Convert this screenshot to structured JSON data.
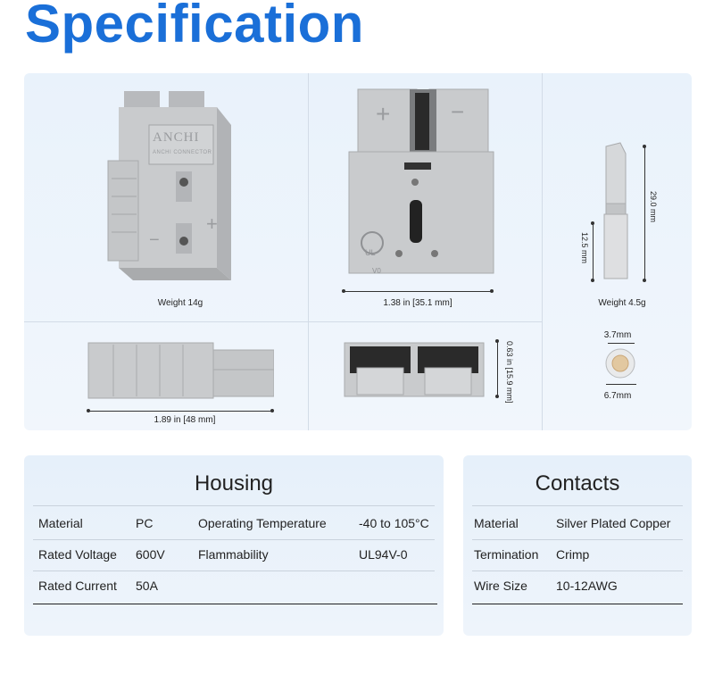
{
  "title": "Specification",
  "images": {
    "housing_front": {
      "caption": "Weight 14g",
      "brand": "ANCHI",
      "brand_sub": "ANCHI CONNECTOR",
      "plus": "+",
      "minus": "−"
    },
    "housing_face": {
      "caption": "1.38 in [35.1 mm]",
      "plus": "+",
      "minus": "−",
      "marks": "UL",
      "code": "V0"
    },
    "contact_pin": {
      "caption": "Weight 4.5g",
      "length": "29.0 mm",
      "barrel": "12.5 mm"
    },
    "contact_end": {
      "inner": "3.7mm",
      "outer": "6.7mm"
    },
    "housing_side": {
      "caption": "1.89 in [48 mm]"
    },
    "housing_end": {
      "height": "0.63 in [15.9 mm]"
    }
  },
  "housing": {
    "title": "Housing",
    "rows": [
      {
        "k1": "Material",
        "v1": "PC",
        "k2": "Operating Temperature",
        "v2": "-40 to 105°C"
      },
      {
        "k1": "Rated Voltage",
        "v1": "600V",
        "k2": "Flammability",
        "v2": "UL94V-0"
      },
      {
        "k1": "Rated Current",
        "v1": "50A",
        "k2": "",
        "v2": ""
      }
    ]
  },
  "contacts": {
    "title": "Contacts",
    "rows": [
      {
        "k": "Material",
        "v": "Silver Plated Copper"
      },
      {
        "k": "Termination",
        "v": "Crimp"
      },
      {
        "k": "Wire Size",
        "v": "10-12AWG"
      }
    ]
  },
  "colors": {
    "title": "#1a6fd8",
    "housing_gray": "#c9cbcd",
    "panel": "#e9f2fb"
  }
}
